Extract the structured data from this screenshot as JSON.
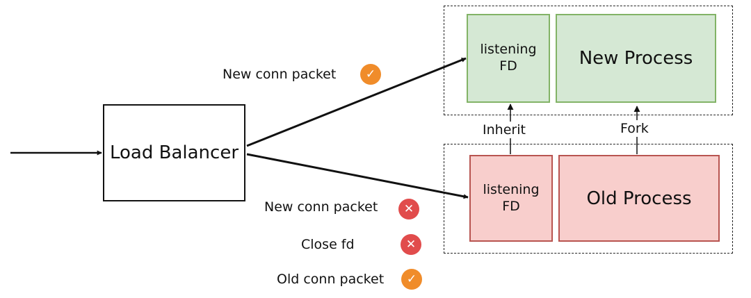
{
  "load_balancer": {
    "label": "Load Balancer"
  },
  "new_group": {
    "fd_label": "listening\nFD",
    "process_label": "New Process"
  },
  "old_group": {
    "fd_label": "listening\nFD",
    "process_label": "Old Process"
  },
  "relations": {
    "inherit": "Inherit",
    "fork": "Fork"
  },
  "packets": {
    "new_conn_to_new": {
      "label": "New conn packet",
      "status": "ok",
      "icon": "check-icon"
    },
    "new_conn_to_old": {
      "label": "New conn packet",
      "status": "rejected",
      "icon": "cross-icon"
    },
    "close_fd": {
      "label": "Close fd",
      "status": "rejected",
      "icon": "cross-icon"
    },
    "old_conn_to_old": {
      "label": "Old conn packet",
      "status": "ok",
      "icon": "check-icon"
    }
  },
  "icons": {
    "ok_glyph": "✓",
    "bad_glyph": "✕"
  },
  "colors": {
    "new_fill": "#d5e8d4",
    "new_stroke": "#82b366",
    "old_fill": "#f8cecc",
    "old_stroke": "#b85450",
    "ok_badge": "#f08c2a",
    "bad_badge": "#e14c4c"
  }
}
